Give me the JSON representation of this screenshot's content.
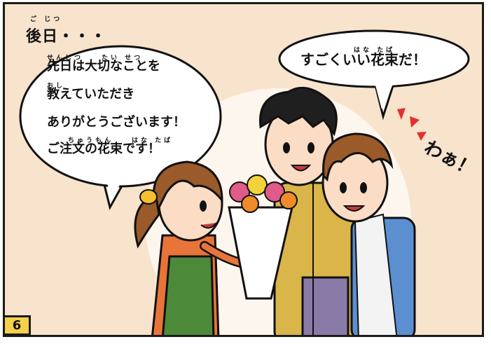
{
  "caption": {
    "ruby": "ご じつ",
    "text": "後日・・・"
  },
  "left_bubble": {
    "lines": [
      {
        "ruby": "せんじつ　　たい せつ",
        "text": "先日は大切なことを"
      },
      {
        "ruby": "おし",
        "text": "教えていただき"
      },
      {
        "ruby": "",
        "text": "ありがとうございます！"
      },
      {
        "ruby": "ちゅうもん　　はな たば",
        "text": "ご注文の花束です！"
      }
    ]
  },
  "right_bubble": {
    "ruby": "はな たば",
    "text": "すごくいい花束だ！"
  },
  "sfx": "わぁ！",
  "panel_number": "6",
  "colors": {
    "background": "#f8e3cc",
    "apron": "#e8743a",
    "jacket": "#d9b54a",
    "shirt_blue": "#5b8fd0",
    "hair_brown": "#9a5a2a",
    "badge": "#f6d04a"
  }
}
